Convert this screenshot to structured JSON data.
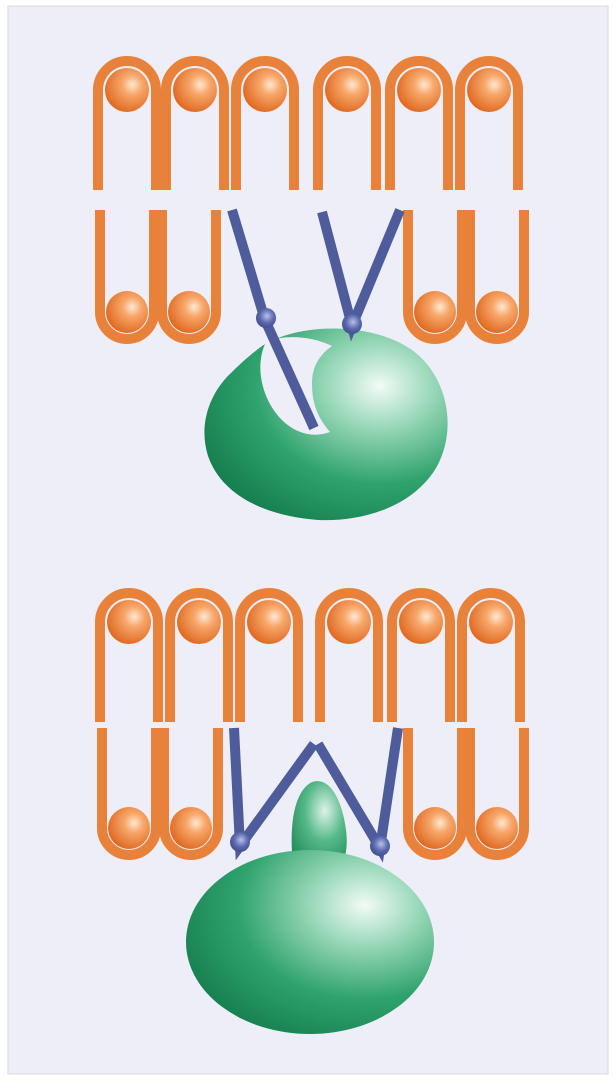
{
  "figure": {
    "panels": [
      {
        "id": "top",
        "state": "detached-protein-with-inserted-anchor"
      },
      {
        "id": "bottom",
        "state": "protein-inserted-between-anchors"
      }
    ],
    "lipid_rows": {
      "outer_leaflet_per_row": 6,
      "inner_leaflet_per_row": 6
    },
    "colors": {
      "background": "#EEEEF8",
      "border": "#D8D8E0",
      "lipid": "#E8823A",
      "lipid_head_highlight": "#FFD9B8",
      "anchor": "#4E5C9C",
      "protein": "#2FA36E",
      "protein_highlight": "#E6F6EE"
    }
  }
}
